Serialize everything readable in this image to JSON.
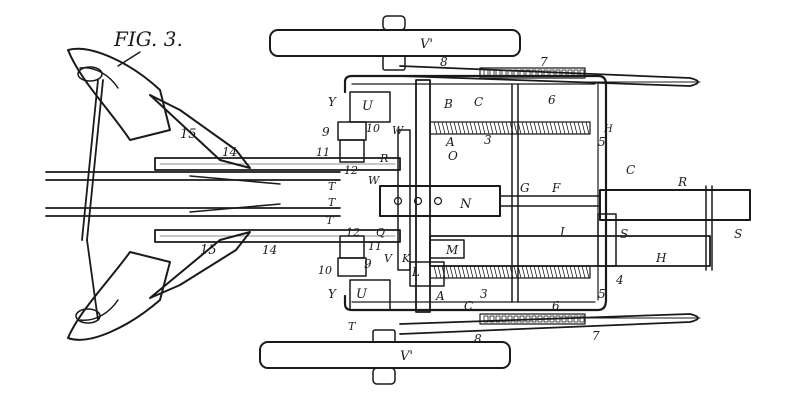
{
  "figure": {
    "title": "FIG. 3.",
    "labels": {
      "V1_top": "V'",
      "V1_bottom": "V'",
      "n7_top": "7",
      "n7_bottom": "7",
      "n8_top": "8",
      "n8_bottom": "8",
      "n6_top": "6",
      "n6_bottom": "6",
      "Y_top": "Y",
      "Y_bottom": "Y",
      "U_top": "U",
      "U_bottom": "U",
      "B": "B",
      "C_top": "C",
      "C_right": "C",
      "C_bottom": "C",
      "A_top": "A",
      "A_bottom": "A",
      "n3_top": "3",
      "n3_bottom": "3",
      "n5_top": "5",
      "n5_bottom": "5",
      "n4": "4",
      "n9_top": "9",
      "n9_bottom": "9",
      "n10_top": "10",
      "n10_bottom": "10",
      "n11_top": "11",
      "n11_bottom": "11",
      "n12_top": "12",
      "n12_bottom": "12",
      "n14_top": "14",
      "n14_bottom": "14",
      "n15_top": "15",
      "n15_bottom": "15",
      "O": "O",
      "N": "N",
      "G": "G",
      "F": "F",
      "R_top": "R",
      "R_right": "R",
      "W_top": "W",
      "W_mid": "W",
      "T_top": "T",
      "T_mid": "T",
      "T_low": "T",
      "T_bottom": "T",
      "Q": "Q",
      "M": "M",
      "L": "L",
      "K": "K",
      "I": "I",
      "H": "H",
      "S_left": "S",
      "S_right": "S",
      "V_lower": "V",
      "H_small": "H"
    }
  }
}
